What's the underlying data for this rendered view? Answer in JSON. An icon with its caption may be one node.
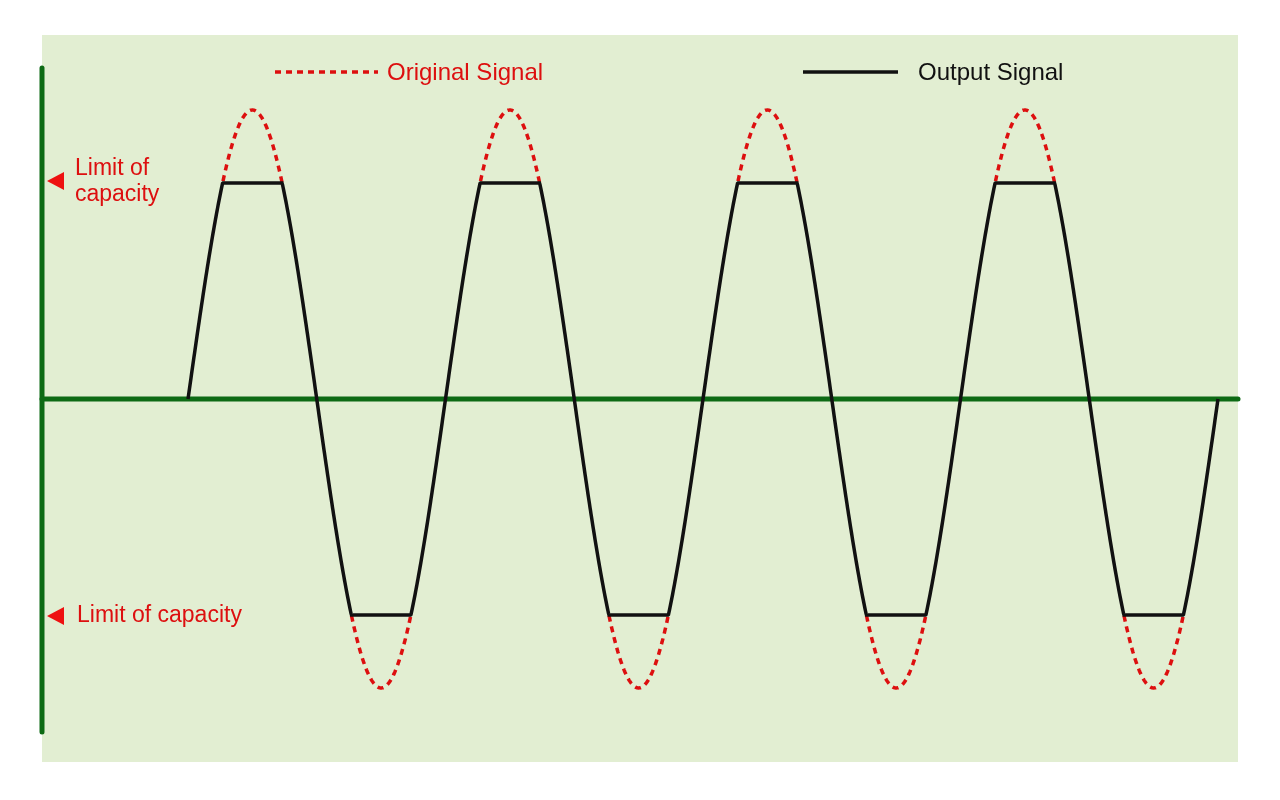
{
  "diagram": {
    "labels": [
      "Limit of capacity",
      "Limit of capacity"
    ],
    "legend": [
      {
        "text": "Original Signal"
      },
      {
        "text": "Output Signal"
      }
    ]
  }
}
